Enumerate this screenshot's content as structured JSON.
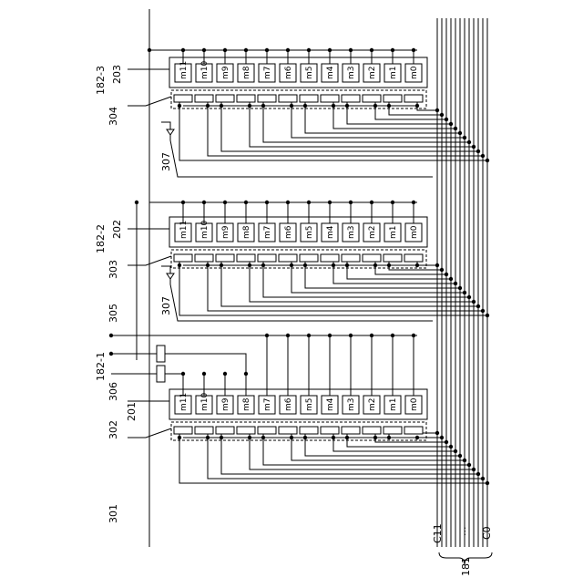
{
  "labels": {
    "bus_main": "301",
    "bus_181": "181",
    "c_top": "C11",
    "c_dots": "...",
    "c_bot": "C0",
    "seg1": "182-1",
    "seg2": "182-2",
    "seg3": "182-3",
    "arr1": "201",
    "arr2": "202",
    "arr3": "203",
    "sw1": "302",
    "sw2": "303",
    "sw3": "304",
    "t305": "305",
    "t306": "306",
    "ref2": "307",
    "ref3": "307"
  },
  "cells": [
    "m11",
    "m10",
    "m9",
    "m8",
    "m7",
    "m6",
    "m5",
    "m4",
    "m3",
    "m2",
    "m1",
    "m0"
  ]
}
